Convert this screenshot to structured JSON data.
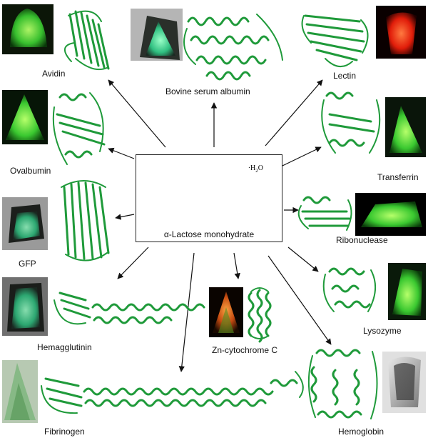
{
  "center": {
    "compound": "α-Lactose monohydrate",
    "water": "·H",
    "water_sub": "2",
    "water_end": "O"
  },
  "proteins": [
    {
      "key": "avidin",
      "label": "Avidin",
      "crystal_color": "#6fd23a"
    },
    {
      "key": "bsa",
      "label": "Bovine serum albumin",
      "crystal_color": "#4fe07a"
    },
    {
      "key": "lectin",
      "label": "Lectin",
      "crystal_color": "#ff3a1a"
    },
    {
      "key": "ovalbumin",
      "label": "Ovalbumin",
      "crystal_color": "#3ae03a"
    },
    {
      "key": "transferrin",
      "label": "Transferrin",
      "crystal_color": "#3ad94a"
    },
    {
      "key": "gfp",
      "label": "GFP",
      "crystal_color": "#5ad6a0"
    },
    {
      "key": "ribonuclease",
      "label": "Ribonuclease",
      "crystal_color": "#3af03a"
    },
    {
      "key": "hemagglutinin",
      "label": "Hemagglutinin",
      "crystal_color": "#3fbf70"
    },
    {
      "key": "zncyt",
      "label": "Zn-cytochrome C",
      "crystal_color": "#e35a1a"
    },
    {
      "key": "lysozyme",
      "label": "Lysozyme",
      "crystal_color": "#3ad43a"
    },
    {
      "key": "fibrinogen",
      "label": "Fibrinogen",
      "crystal_color": "#9fcf9a"
    },
    {
      "key": "hemoglobin",
      "label": "Hemoglobin",
      "crystal_color": "#9a9a9a"
    }
  ],
  "ribbon_color": "#1f9a3a"
}
